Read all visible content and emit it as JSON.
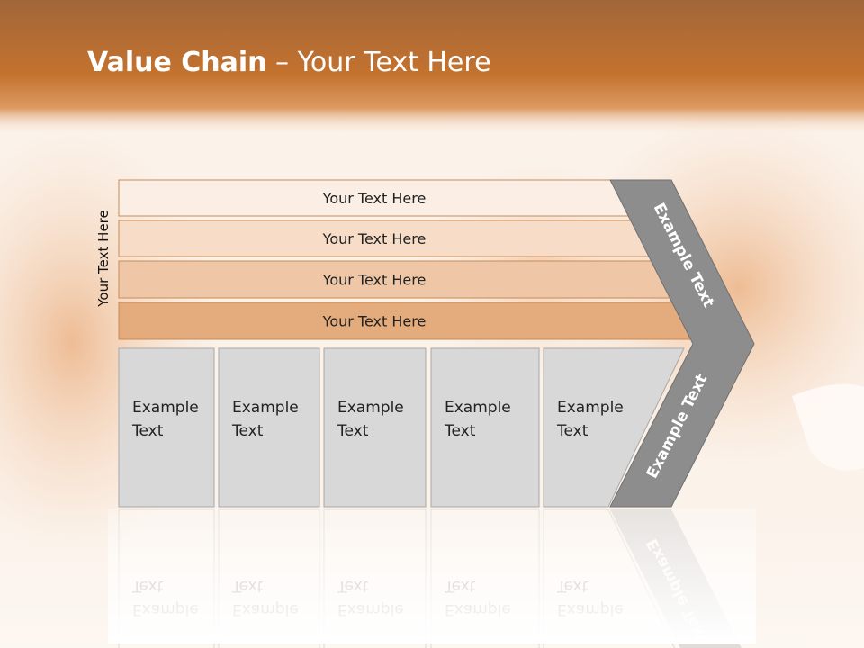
{
  "slide": {
    "title_bold": "Value Chain",
    "title_rest": " – Your Text Here",
    "side_label": "Your Text Here"
  },
  "rows": [
    {
      "text": "Your Text Here",
      "fill": "#fbeee4"
    },
    {
      "text": "Your Text Here",
      "fill": "#f7ddc8"
    },
    {
      "text": "Your Text Here",
      "fill": "#efc7a6"
    },
    {
      "text": "Your Text Here",
      "fill": "#e4ab7c"
    }
  ],
  "boxes": [
    {
      "line1": "Example",
      "line2": "Text"
    },
    {
      "line1": "Example",
      "line2": "Text"
    },
    {
      "line1": "Example",
      "line2": "Text"
    },
    {
      "line1": "Example",
      "line2": "Text"
    },
    {
      "line1": "Example",
      "line2": "Text"
    }
  ],
  "chevron": {
    "upper_text": "Example Text",
    "lower_text": "Example Text",
    "fill": "#8d8d8d"
  },
  "colors": {
    "header_orange": "#c4722e",
    "box_fill": "#d8d8d8",
    "box_stroke": "#a8a8a8",
    "row_stroke": "#c98a55"
  }
}
